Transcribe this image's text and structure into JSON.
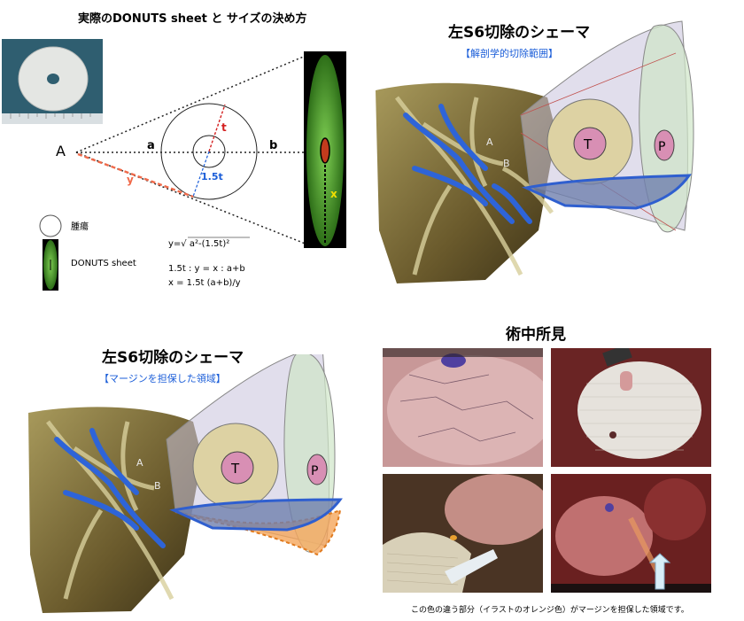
{
  "diagram1": {
    "title": "実際のDONUTS sheet と サイズの決め方",
    "label_A": "A",
    "label_a": "a",
    "label_b": "b",
    "label_t": "t",
    "label_15t": "1.5t",
    "label_y": "y",
    "label_x": "x",
    "legend_tumor": "腫瘍",
    "legend_sheet": "DONUTS sheet",
    "formula_y": "y=√ a²-(1.5t)²",
    "formula_ratio": "1.5t : y = x : a+b",
    "formula_x": "x = 1.5t (a+b)/y"
  },
  "panel_top": {
    "title": "左S6切除のシェーマ",
    "subtitle": "【解剖学的切除範囲】",
    "label_T": "T",
    "label_P": "P",
    "label_A": "A",
    "label_B": "B"
  },
  "panel_bottom": {
    "title": "左S6切除のシェーマ",
    "subtitle": "【マージンを担保した領域】",
    "label_T": "T",
    "label_P": "P",
    "label_A": "A",
    "label_B": "B"
  },
  "findings": {
    "title": "術中所見",
    "caption": "この色の違う部分（イラストのオレンジ色）がマージンを担保した領域です。"
  },
  "colors": {
    "orange_margin": "#f5a65b",
    "blue_plane": "#2f5fcf",
    "tumor_fill": "#ddd2a3",
    "tumor_core": "#d88fb4",
    "cone_fill": "#c9c2dc",
    "sheet_green": "#3f8a22"
  }
}
